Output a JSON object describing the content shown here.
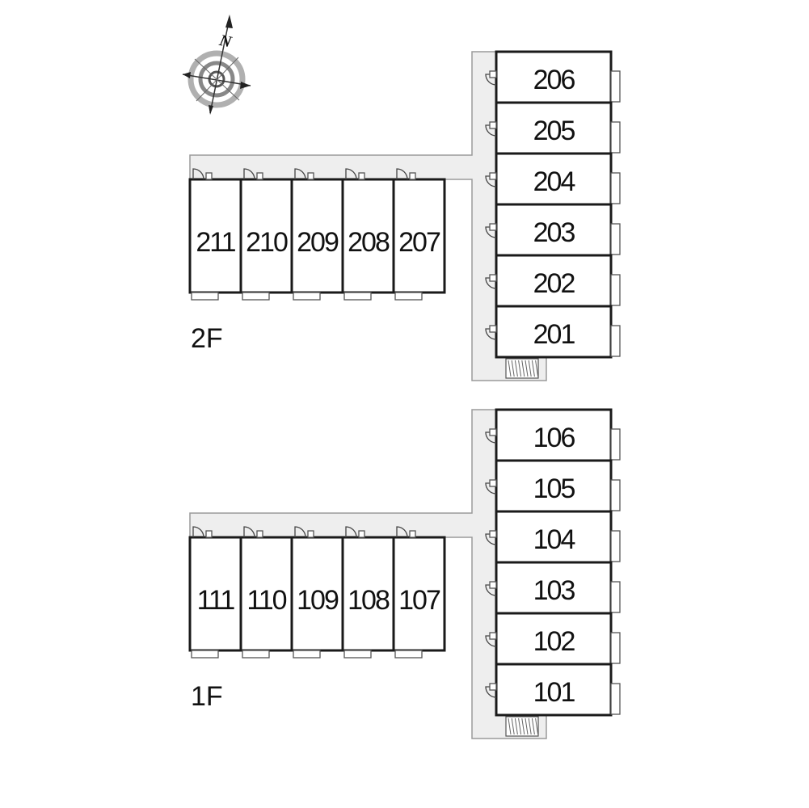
{
  "compass": {
    "north_label": "N"
  },
  "floors": [
    {
      "id": "2F",
      "label": "2F",
      "row_units": [
        "211",
        "210",
        "209",
        "208",
        "207"
      ],
      "column_units": [
        "206",
        "205",
        "204",
        "203",
        "202",
        "201"
      ]
    },
    {
      "id": "1F",
      "label": "1F",
      "row_units": [
        "111",
        "110",
        "109",
        "108",
        "107"
      ],
      "column_units": [
        "106",
        "105",
        "104",
        "103",
        "102",
        "101"
      ]
    }
  ],
  "colors": {
    "wall": "#1a1a1a",
    "corridor": "#eeeeee",
    "corridor_edge": "#9a9a9a"
  }
}
